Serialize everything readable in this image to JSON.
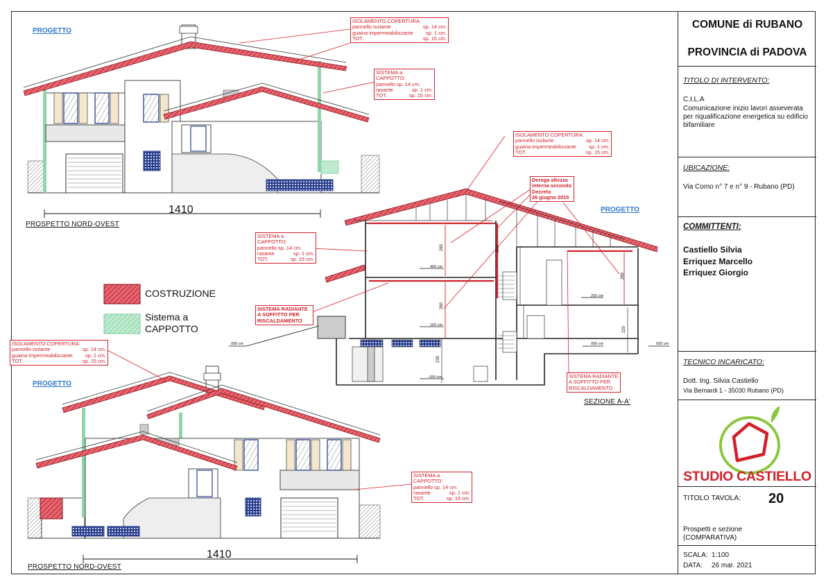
{
  "titleblock": {
    "comune": "COMUNE di RUBANO",
    "provincia": "PROVINCIA di PADOVA",
    "titolo_label": "TITOLO DI INTERVENTO:",
    "titolo_lines": [
      "C.I.L.A",
      "Comunicazione inizio lavori asseverata per riqualificazione energetica su edificio bifamiliare"
    ],
    "ubicazione_label": "UBICAZIONE:",
    "ubicazione": "Via Como n° 7 e n° 9 - Rubano (PD)",
    "committenti_label": "COMMITTENTI:",
    "committenti": [
      "Castiello Silvia",
      "Erriquez Marcello",
      "Erriquez Giorgio"
    ],
    "tecnico_label": "TECNICO INCARICATO:",
    "tecnico_name": "Dott. Ing. Silvia Castiello",
    "tecnico_address": "Via Bernardi 1 - 35030 Rubano (PD)",
    "studio_logo_text": "STUDIO CASTIELLO",
    "tavola_label": "TITOLO TAVOLA:",
    "tavola_number": "20",
    "tavola_desc": [
      "Prospetti e sezione",
      "(COMPARATIVA)"
    ],
    "scala_label": "SCALA:",
    "scala": "1:100",
    "data_label": "DATA:",
    "data": "26 mar. 2021"
  },
  "labels": {
    "progetto": "PROGETTO",
    "prospetto_top": "PROSPETTO NORD-OVEST",
    "prospetto_bottom": "PROSPETTO NORD-OVEST",
    "sezione": "SEZIONE A-A'",
    "dim_top": "1410",
    "dim_bottom": "1410"
  },
  "legend": {
    "costruzione": "COSTRUZIONE",
    "cappotto_1": "Sistema a",
    "cappotto_2": "CAPPOTTO"
  },
  "notes": {
    "isolamento": {
      "title": "ISOLAMENTO COPERTURA:",
      "rows": [
        [
          "pannello isolante",
          "sp. 14 cm."
        ],
        [
          "guaina impermeabilizzante",
          "sp.   1 cm."
        ],
        [
          "TOT.",
          "sp. 15 cm."
        ]
      ]
    },
    "cappotto": {
      "title": "SISTEMA a CAPPOTTO:",
      "rows": [
        [
          "pannello sp. 14 cm.",
          ""
        ],
        [
          "rasante",
          "sp.   1 cm."
        ],
        [
          "TOT.",
          "sp. 15 cm."
        ]
      ]
    },
    "deroga": [
      "Deroga altezza",
      "interna secondo",
      "Decreto",
      "26 giugno 2015"
    ],
    "radiante_1": [
      "SISTEMA RADIANTE",
      "A SOFFITTO PER",
      "RISCALDAMENTO"
    ],
    "radiante_2": [
      "SISTEMA RADIANTE",
      "A SOFFITTO PER",
      "RISCALDAMENTO"
    ]
  },
  "section_marks": {
    "h_400": "400 cm",
    "h_100": "100 cm",
    "h_160": "-160 cm",
    "h_000a": "000 cm",
    "h_000b": "000 cm",
    "h_000c": "000 cm",
    "h_250": "250 cm",
    "d260a": "260",
    "d260b": "260",
    "d230": "230",
    "d260c": "260",
    "d220": "220",
    "d260d": "260"
  },
  "colors": {
    "roof_red": "#d1202a",
    "costruzione_fill": "#d9404a",
    "cappotto_green": "#8fd7a8",
    "note_red": "#d1202a",
    "progetto_blue": "#2f78c9",
    "logo_red": "#d1202a",
    "logo_green": "#8cc63f"
  }
}
